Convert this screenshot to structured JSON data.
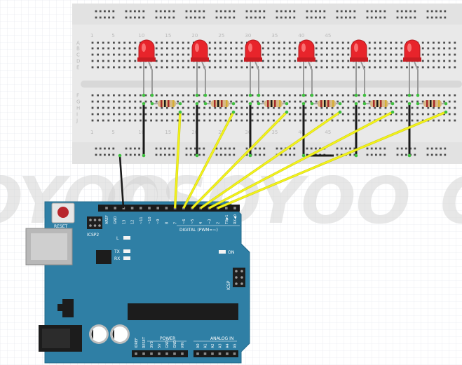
{
  "watermark": "OSOYOO",
  "breadboard": {
    "row_labels_top": [
      "A",
      "B",
      "C",
      "D",
      "E"
    ],
    "row_labels_bottom": [
      "F",
      "G",
      "H",
      "I",
      "J"
    ],
    "column_numbers": [
      "1",
      "5",
      "10",
      "15",
      "20",
      "25",
      "30",
      "35",
      "40",
      "45"
    ]
  },
  "arduino": {
    "reset_label": "RESET",
    "icsp2_label": "ICSP2",
    "icsp_label": "ICSP",
    "digital_label": "DIGITAL (PWM=~)",
    "l_label": "L",
    "tx_label": "TX",
    "rx_label": "RX",
    "on_label": "ON",
    "power_label": "POWER",
    "analog_label": "ANALOG IN",
    "digital_pins": [
      "AREF",
      "GND",
      "13",
      "12",
      "~11",
      "~10",
      "~9",
      "8",
      "7",
      "~6",
      "~5",
      "4",
      "~3",
      "2",
      "TX▶1",
      "RX◀0"
    ],
    "power_pins": [
      "IOREF",
      "RESET",
      "3V3",
      "5V",
      "GND",
      "GND",
      "VIN"
    ],
    "analog_pins": [
      "A0",
      "A1",
      "A2",
      "A3",
      "A4",
      "A5"
    ]
  },
  "colors": {
    "arduino_board": "#2f7fa5",
    "wire_signal": "#f2f21b",
    "wire_ground": "#1a1a1a",
    "led": "#e8242b",
    "breadboard": "#e9e9e9"
  },
  "led_count": 6
}
